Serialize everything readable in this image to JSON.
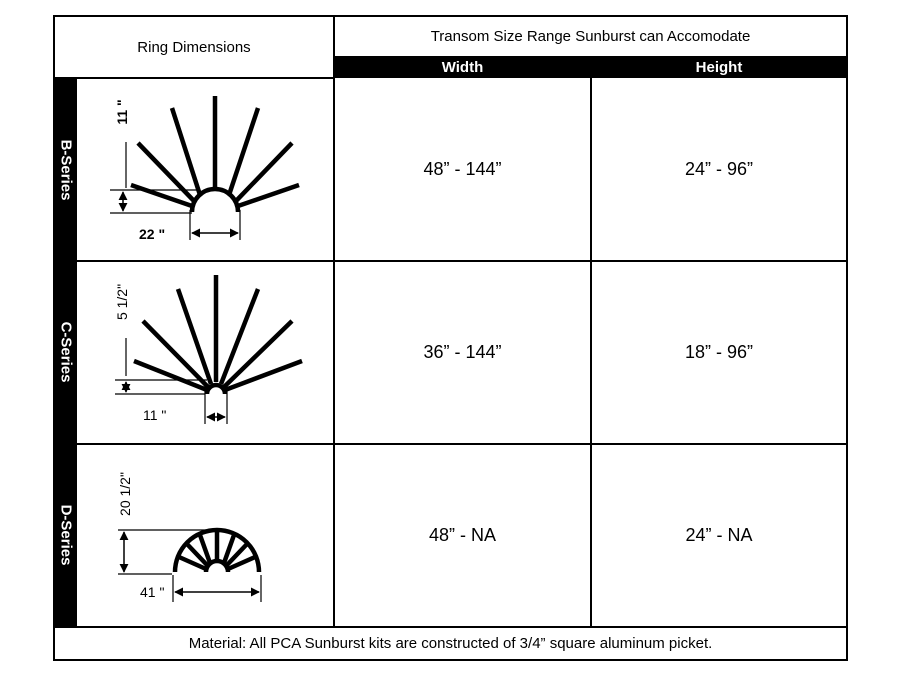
{
  "header": {
    "ring_dimensions": "Ring Dimensions",
    "transom_title": "Transom Size Range Sunburst can Accomodate",
    "width": "Width",
    "height": "Height"
  },
  "rows": [
    {
      "series": "B-Series",
      "height_dim": "11 \"",
      "width_dim": "22 \"",
      "width_range": "48” - 144”",
      "height_range": "24” - 96”"
    },
    {
      "series": "C-Series",
      "height_dim": "5 1/2\"",
      "width_dim": "11 \"",
      "width_range": "36” - 144”",
      "height_range": "18” - 96”"
    },
    {
      "series": "D-Series",
      "height_dim": "20 1/2\"",
      "width_dim": "41 \"",
      "width_range": "48” - NA",
      "height_range": "24” - NA"
    }
  ],
  "footer": "Material: All PCA Sunburst kits are constructed of 3/4” square aluminum picket."
}
